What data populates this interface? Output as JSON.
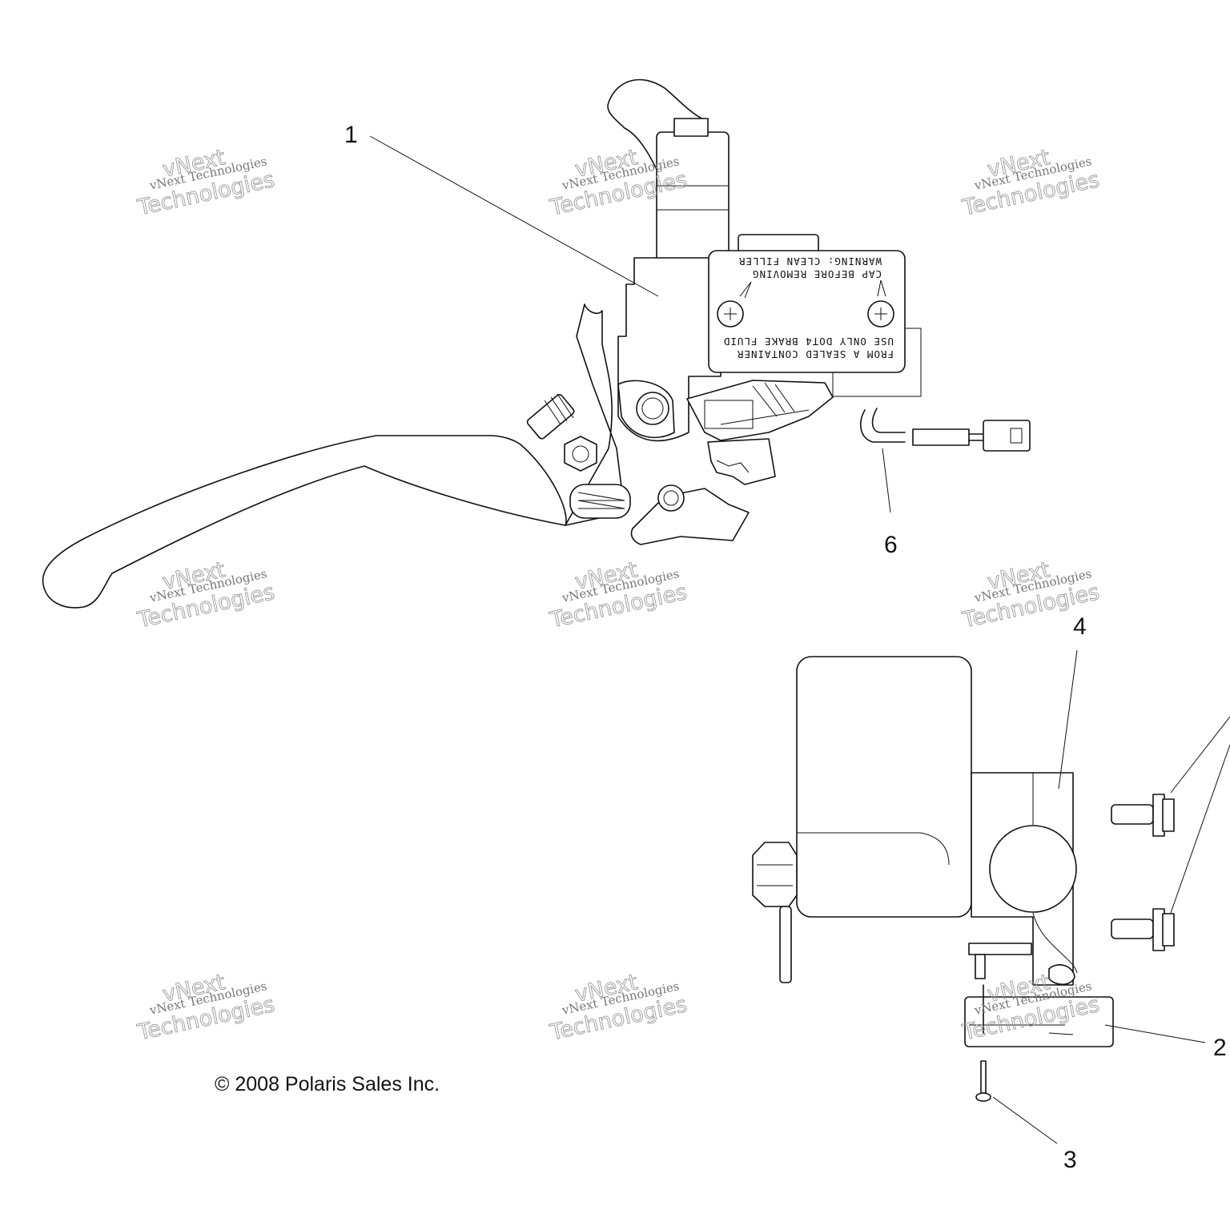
{
  "callouts": {
    "c1": "1",
    "c2": "2",
    "c3": "3",
    "c4": "4",
    "c6": "6"
  },
  "reservoir_label": {
    "line1": "FROM A SEALED CONTAINER",
    "line2": "USE ONLY DOT4 BRAKE FLUID",
    "line3": "CAP BEFORE REMOVING",
    "line4": "WARNING: CLEAN FILLER"
  },
  "watermark": {
    "line1": "vNext",
    "line2": "vNext Technologies",
    "line3": "Technologies"
  },
  "copyright": "© 2008 Polaris Sales Inc."
}
